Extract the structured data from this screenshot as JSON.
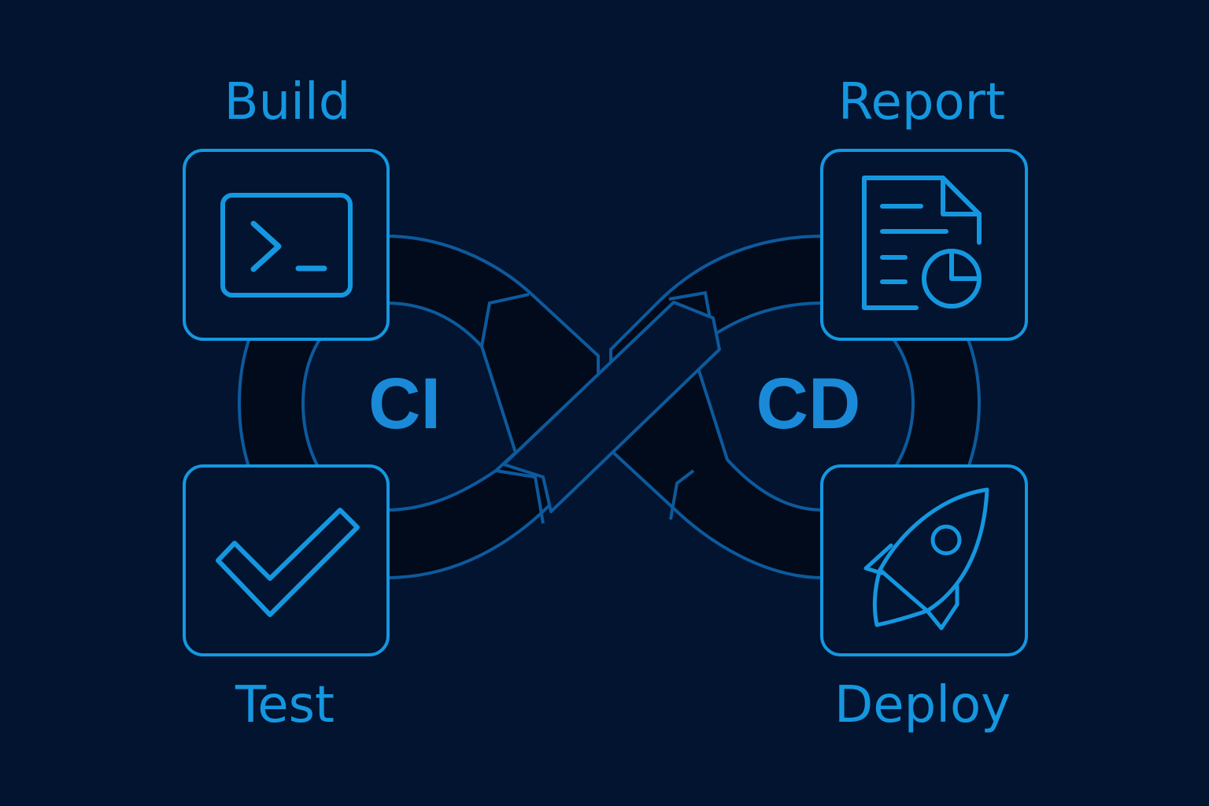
{
  "hubs": {
    "ci": "CI",
    "cd": "CD"
  },
  "stages": {
    "build": {
      "label": "Build",
      "icon": "terminal-icon"
    },
    "test": {
      "label": "Test",
      "icon": "checkmark-icon"
    },
    "report": {
      "label": "Report",
      "icon": "report-document-icon"
    },
    "deploy": {
      "label": "Deploy",
      "icon": "rocket-icon"
    }
  },
  "colors": {
    "background": "#021430",
    "accent": "#1597e0",
    "loop_fill": "#020b1c",
    "loop_stroke": "#0d5a9c"
  }
}
